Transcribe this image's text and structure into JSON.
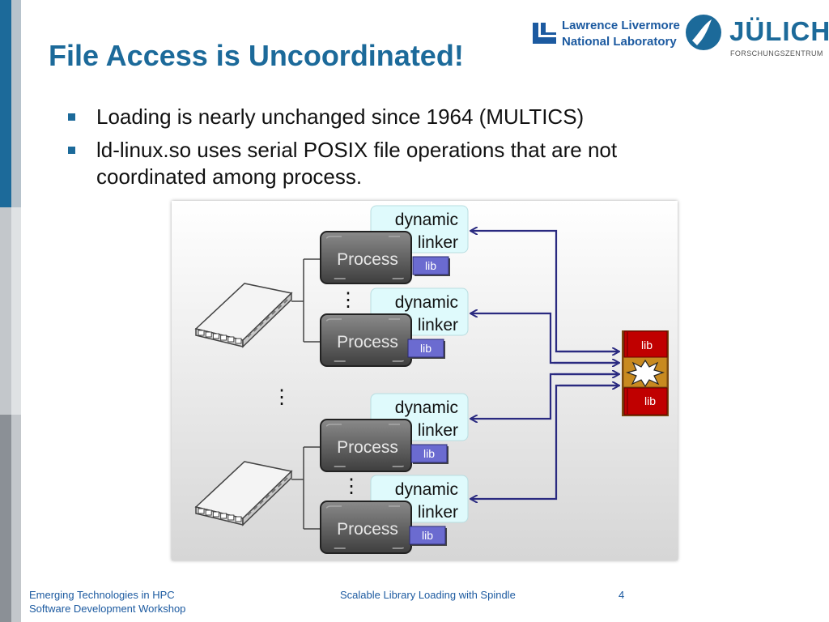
{
  "slide": {
    "title": "File Access is Uncoordinated!",
    "bullets": [
      "Loading is nearly unchanged since 1964 (MULTICS)",
      "ld-linux.so uses serial POSIX file operations that are not coordinated among process."
    ]
  },
  "logos": {
    "llnl_line1": "Lawrence Livermore",
    "llnl_line2": "National Laboratory",
    "julich_name": "JÜLICH",
    "julich_sub": "FORSCHUNGSZENTRUM"
  },
  "diagram": {
    "process_label": "Process",
    "linker_line1": "dynamic",
    "linker_line2": "linker",
    "lib_label": "lib",
    "ellipsis": "⋮"
  },
  "colors": {
    "accent": "#1c6a9a",
    "lib_blue": "#6b6bd0",
    "lib_red": "#c00000",
    "arrow": "#2a2a80",
    "linker_bg": "#dffafc"
  },
  "footer": {
    "left_line1": "Emerging Technologies in HPC",
    "left_line2": "Software Development Workshop",
    "center": "Scalable Library Loading with Spindle",
    "page": "4"
  }
}
